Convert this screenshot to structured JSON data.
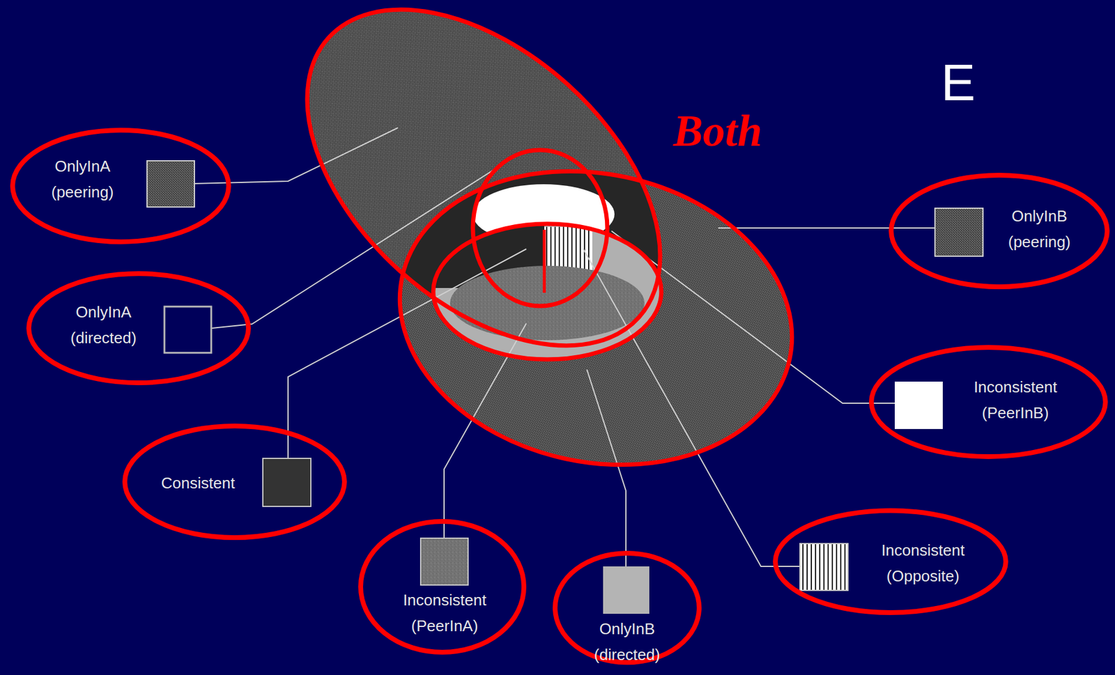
{
  "diagram": {
    "nodes": [
      {
        "text": [
          "OnlyInA (peering)"
        ]
      },
      {
        "text": [
          "OnlyInA (directed)"
        ]
      },
      {
        "text": [
          "Consistent"
        ]
      },
      {
        "text": [
          "Inconsistent (PeerInA)"
        ]
      },
      {
        "text": [
          "OnlyInB (directed)"
        ]
      },
      {
        "text": [
          "Inconsistent (Opposite)"
        ]
      },
      {
        "text": [
          "Inconsistent (PeerInB)"
        ]
      },
      {
        "text": [
          "OnlyInB (peering)"
        ]
      }
    ],
    "labels": [
      "Both",
      "E"
    ]
  }
}
